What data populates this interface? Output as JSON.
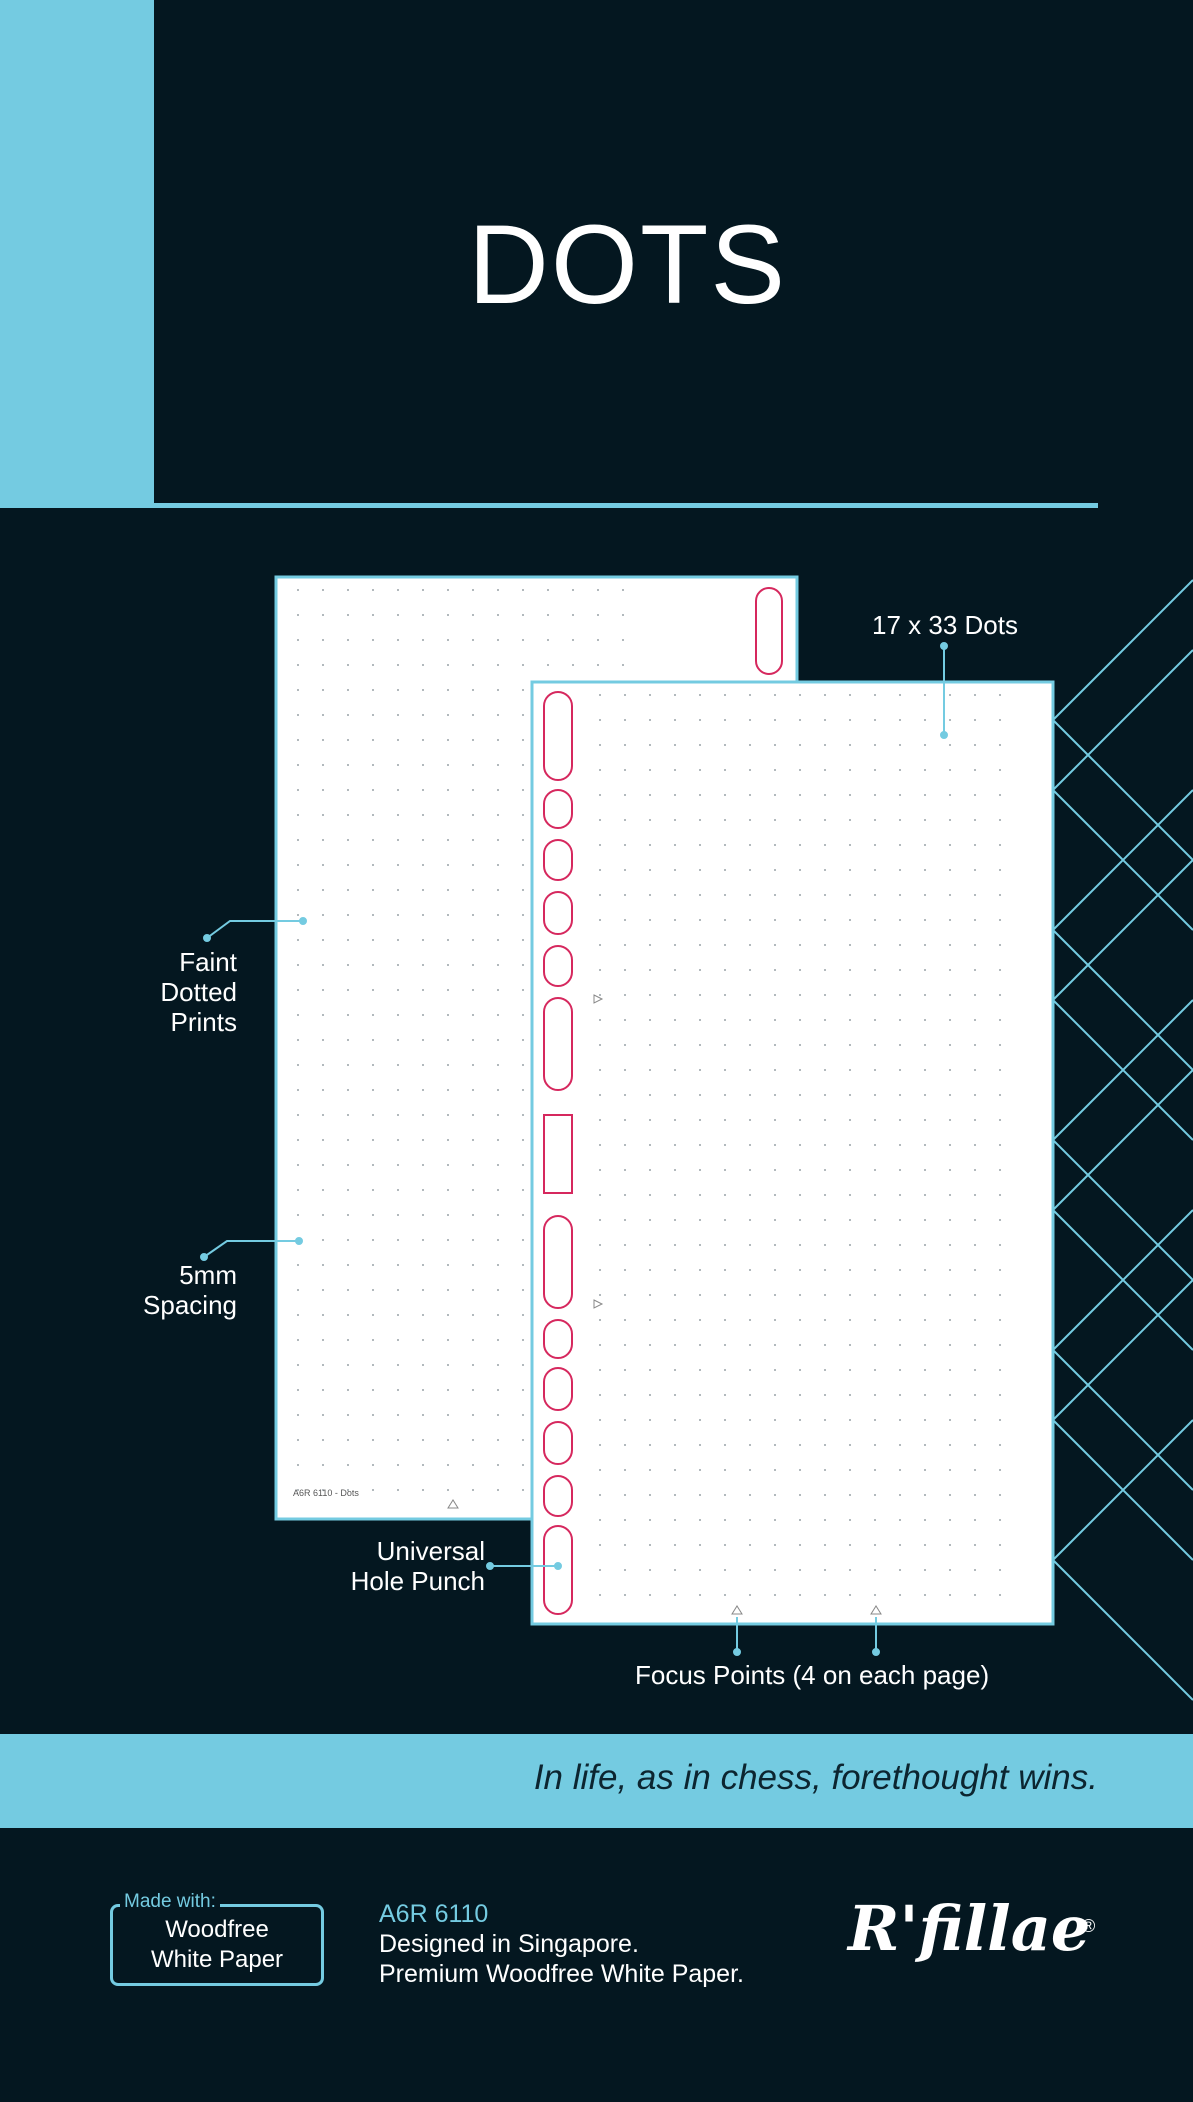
{
  "header": {
    "title": "DOTS"
  },
  "callouts": {
    "dot_count": "17 x 33 Dots",
    "faint_1": "Faint",
    "faint_2": "Dotted",
    "faint_3": "Prints",
    "spacing_1": "5mm",
    "spacing_2": "Spacing",
    "punch_1": "Universal",
    "punch_2": "Hole Punch",
    "focus": "Focus Points (4 on each page)"
  },
  "back_page": {
    "footer_code": "A6R 6110 - Dots"
  },
  "tagline": "In life, as in chess, forethought wins.",
  "footer": {
    "made_with_label": "Made with:",
    "made_with_line1": "Woodfree",
    "made_with_line2": "White Paper",
    "product_code": "A6R 6110",
    "designed_in": "Designed in Singapore.",
    "paper_desc": "Premium Woodfree White Paper.",
    "brand": "R'fillae",
    "registered": "®"
  },
  "colors": {
    "background": "#041720",
    "accent": "#74cbe1",
    "punch": "#d6285e",
    "dot": "#9aa3a8",
    "page": "#ffffff"
  }
}
